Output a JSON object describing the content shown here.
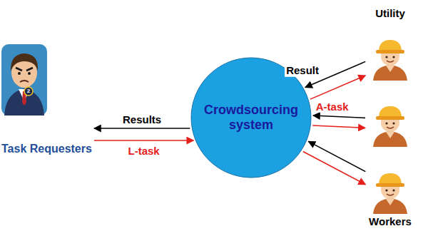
{
  "diagram": {
    "nodes": [
      {
        "text": [
          "Task Requesters"
        ]
      },
      {
        "text": [
          "Crowdsourcing system"
        ]
      },
      {
        "text": [
          "Utility"
        ]
      },
      {
        "text": []
      },
      {
        "text": [
          "Workers"
        ]
      }
    ],
    "edges": [
      {
        "from": 1,
        "to": 0,
        "arrow": "to",
        "label": "Results"
      },
      {
        "from": 0,
        "to": 1,
        "arrow": "to",
        "label": "L-task"
      },
      {
        "from": 2,
        "to": 1,
        "arrow": "to",
        "label": "Result"
      },
      {
        "from": 1,
        "to": 2,
        "arrow": "to",
        "label": "A-task"
      },
      {
        "from": 3,
        "to": 1,
        "arrow": "to"
      },
      {
        "from": 1,
        "to": 3,
        "arrow": "to"
      },
      {
        "from": 4,
        "to": 1,
        "arrow": "to"
      },
      {
        "from": 1,
        "to": 4,
        "arrow": "to"
      }
    ],
    "labels": [
      "2"
    ]
  }
}
